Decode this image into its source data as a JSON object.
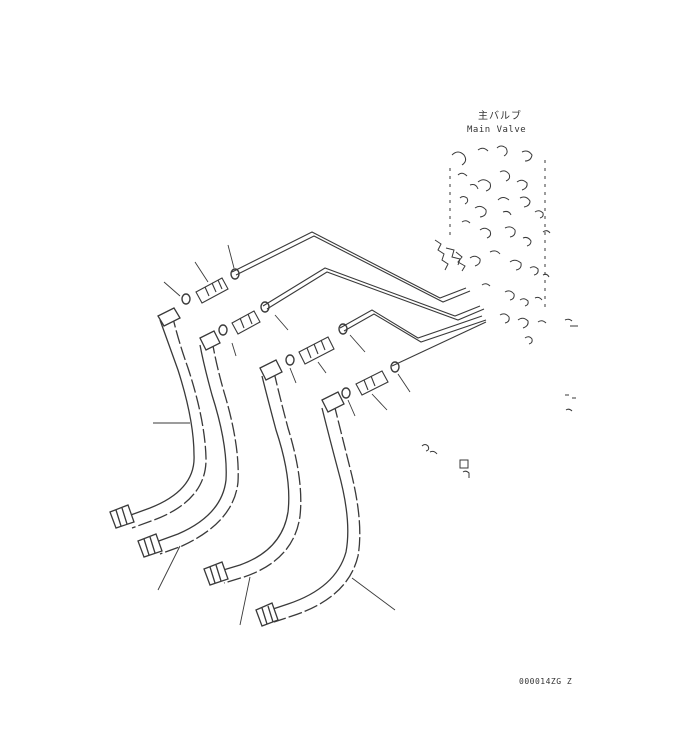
{
  "valve": {
    "label_jp": "主バルブ",
    "label_en": "Main Valve"
  },
  "drawing_code": "000014ZG  Z",
  "colors": {
    "ink": "#3a3a3a",
    "background": "#ffffff"
  }
}
